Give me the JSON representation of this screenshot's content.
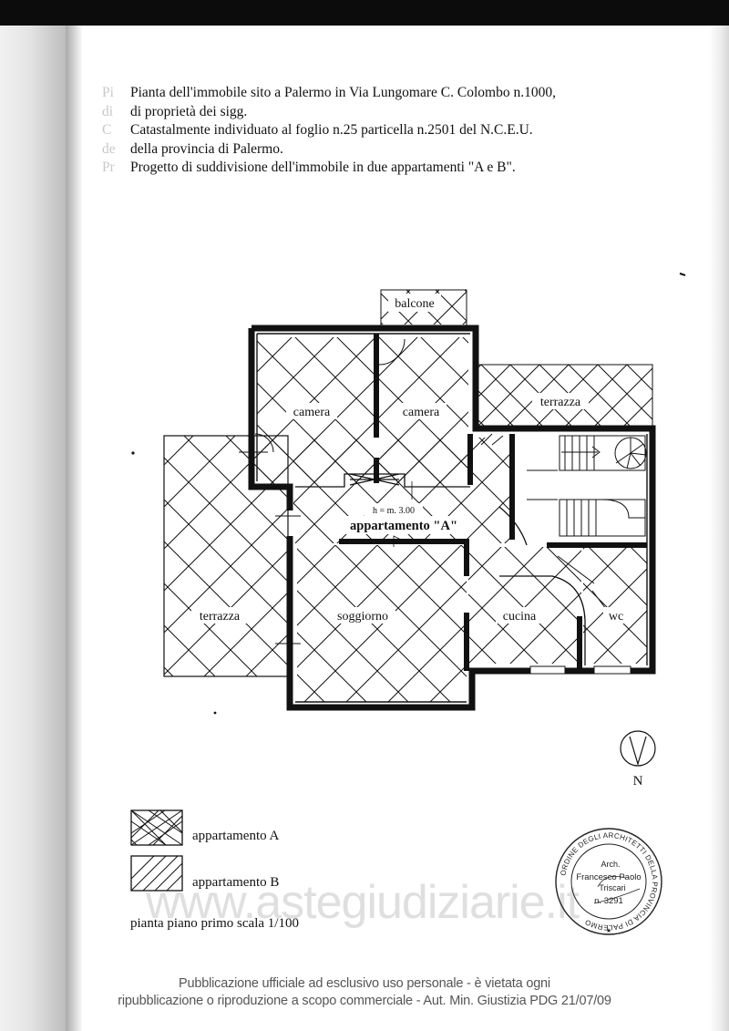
{
  "header": {
    "line1": "Pianta dell'immobile sito a Palermo in Via Lungomare C. Colombo n.1000,",
    "line2": "di proprietà dei sigg.",
    "line3": "Catastalmente individuato al foglio n.25 particella n.2501 del N.C.E.U.",
    "line4": "della provincia di Palermo.",
    "line5": "Progetto di suddivisione dell'immobile in due appartamenti \"A e B\"."
  },
  "ghost_letters": [
    "Pi",
    "di",
    "C",
    "de",
    "Pr"
  ],
  "rooms": {
    "balcone": "balcone",
    "camera_left": "camera",
    "camera_right": "camera",
    "terrazza_top": "terrazza",
    "terrazza_left": "terrazza",
    "soggiorno": "soggiorno",
    "cucina": "cucina",
    "wc": "wc"
  },
  "plan": {
    "height_note": "h = m. 3.00",
    "apartment_label": "appartamento \"A\""
  },
  "north": {
    "label": "N"
  },
  "legend": {
    "item_a": "appartamento A",
    "item_b": "appartamento B"
  },
  "scale_note": "pianta piano primo  scala 1/100",
  "stamp": {
    "ring_text": "ORDINE DEGLI ARCHITETTI DELLA PROVINCIA DI PALERMO",
    "line1": "Arch.",
    "line2": "Francesco Paolo",
    "line3": "Triscari",
    "line4": "n. 3291"
  },
  "watermark": "www.astegiudiziarie.it",
  "footer": {
    "line1": "Pubblicazione ufficiale ad esclusivo uso personale - è vietata ogni",
    "line2": "ripubblicazione o riproduzione a scopo commerciale - Aut. Min. Giustizia PDG 21/07/09"
  }
}
